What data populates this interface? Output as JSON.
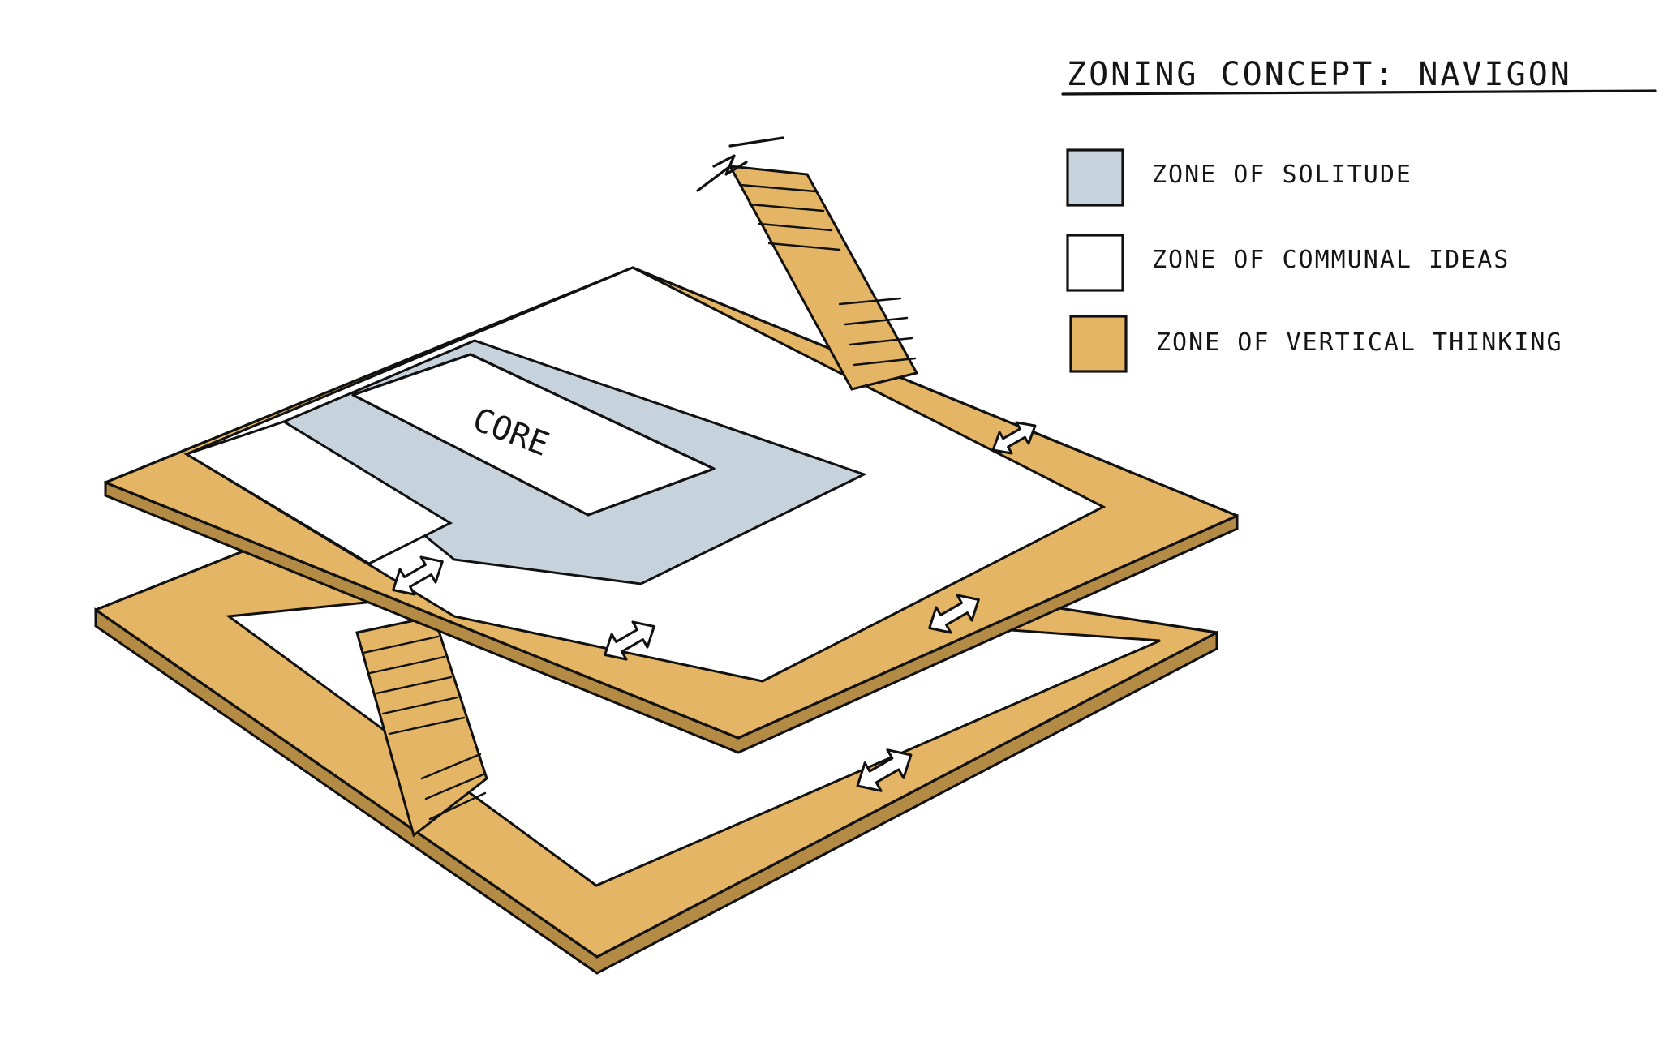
{
  "title": "ZONING CONCEPT: NAVIGON",
  "core_label": "CORE",
  "colors": {
    "solitude": "#c7d3dc",
    "communal": "#ffffff",
    "vertical": "#e3b565",
    "ink": "#111111"
  },
  "legend": [
    {
      "label": "ZONE OF SOLITUDE",
      "color": "#c7d3dc"
    },
    {
      "label": "ZONE OF COMMUNAL IDEAS",
      "color": "#ffffff"
    },
    {
      "label": "ZONE OF VERTICAL THINKING",
      "color": "#e3b565"
    }
  ]
}
